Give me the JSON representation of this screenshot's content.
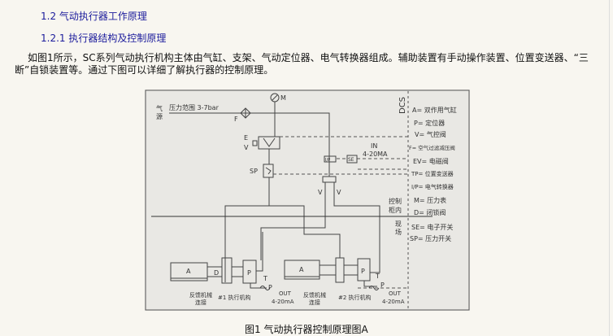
{
  "section": {
    "heading": "1.2 气动执行器工作原理",
    "subheading": "1.2.1 执行器结构及控制原理",
    "paragraph": "如图1所示，SC系列气动执行机构主体由气缸、支架、气动定位器、电气转换器组成。辅助装置有手动操作装置、位置变送器、“三断”自锁装置等。通过下图可以详细了解执行器的控制原理。"
  },
  "figure": {
    "caption": "图1 气动执行器控制原理图A",
    "labels": {
      "air_source_1": "气",
      "air_source_2": "源",
      "pressure_range": "压力范围 3-7bar",
      "filter": "F",
      "gauge": "M",
      "ev_e": "E",
      "ev_v": "V",
      "sp": "SP",
      "ip": "I/P",
      "se": "SE",
      "in_1": "IN",
      "in_2": "4-20MA",
      "v_left": "V",
      "v_right": "V",
      "dcs": "DCS",
      "cabinet_1": "控制",
      "cabinet_2": "柜内",
      "field_1": "现",
      "field_2": "场",
      "a1": "A",
      "d1": "D",
      "p1": "P",
      "t1": "T",
      "pp1": "P",
      "feedback1_1": "反馈机械",
      "feedback1_2": "连接",
      "actuator1": "#1 执行机构",
      "out1_1": "OUT",
      "out1_2": "4-20mA",
      "a2": "A",
      "p2": "P",
      "t2": "T",
      "pp2": "P",
      "feedback2_1": "反馈机械",
      "feedback2_2": "连接",
      "actuator2": "#2 执行机构",
      "out2_1": "OUT",
      "out2_2": "4-20mA"
    },
    "legend": [
      "A= 双作用气缸",
      "P= 定位器",
      "V= 气控阀",
      "F= 空气过滤减压阀",
      "EV= 电磁阀",
      "TP= 位置变送器",
      "I/P= 电气转换器",
      "M= 压力表",
      "D= 闭锁阀",
      "SE= 电子开关",
      "SP= 压力开关"
    ]
  }
}
